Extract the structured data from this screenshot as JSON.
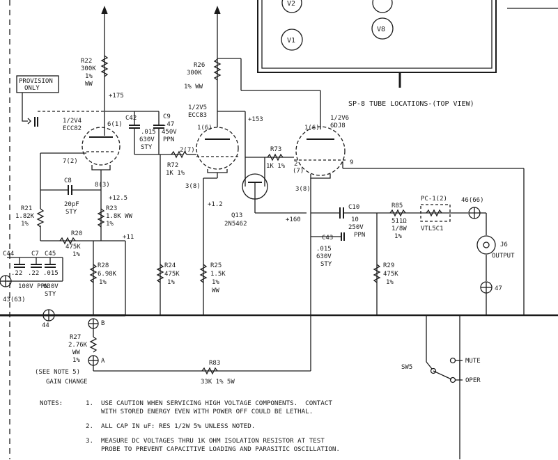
{
  "title": "SP-8 TUBE LOCATIONS-(TOP VIEW)",
  "tube_locations": [
    "V2",
    "V1",
    "V8"
  ],
  "provision_box": [
    "PROVISION",
    "ONLY"
  ],
  "tubes": [
    {
      "id": "v4",
      "label": [
        "1/2V4",
        "ECC82"
      ],
      "pins": [
        "6(1)",
        "7(2)",
        "8(3)"
      ]
    },
    {
      "id": "v5",
      "label": [
        "1/2V5",
        "ECC83"
      ],
      "pins": [
        "1(6)",
        "2(7)",
        "3(8)"
      ]
    },
    {
      "id": "v6",
      "label": [
        "1/2V6",
        "6DJ8"
      ],
      "pins": [
        "1(6)",
        "2",
        "(7)",
        "3(8)",
        "9"
      ]
    }
  ],
  "components": {
    "r22": [
      "R22",
      "300K",
      "1%",
      "WW"
    ],
    "r26": [
      "R26",
      "300K",
      "1% WW"
    ],
    "c42": "C42",
    "c42_values": [
      ".015",
      "630V",
      "STY"
    ],
    "c9": [
      "C9",
      ".47",
      "450V",
      "PPN"
    ],
    "r72": [
      "R72",
      "1K 1%"
    ],
    "r73": [
      "R73",
      "1K 1%"
    ],
    "c8": [
      "C8",
      "20pF",
      "STY"
    ],
    "r21": [
      "R21",
      "1.82K",
      "1%"
    ],
    "r23": [
      "R23",
      "1.8K WW",
      "1%"
    ],
    "r20": [
      "R20",
      "475K",
      "1%"
    ],
    "c44": "C44",
    "c7": "C7",
    "c45": "C45",
    "c44_vals": [
      ".22",
      "100V PPN"
    ],
    "c7_vals": ".22",
    "c45_vals": [
      ".015",
      "630V",
      "STY"
    ],
    "r28": [
      "R28",
      "6.98K",
      "1%"
    ],
    "r24": [
      "R24",
      "475K",
      "1%"
    ],
    "r25": [
      "R25",
      "1.5K",
      "1%",
      "WW"
    ],
    "q13": [
      "Q13",
      "2N5462"
    ],
    "c10": [
      "C10",
      "10",
      "250V",
      "PPN"
    ],
    "c43": [
      "C43",
      ".015",
      "630V",
      "STY"
    ],
    "r85": [
      "R85",
      "511Ω",
      "1/8W",
      "1%"
    ],
    "pc": [
      "PC-1(2)",
      "VTL5C1"
    ],
    "r29": [
      "R29",
      "475K",
      "1%"
    ],
    "r27": [
      "R27",
      "2.76K",
      "WW",
      "1%"
    ],
    "r83": [
      "R83",
      "33K 1% 5W"
    ],
    "j6": [
      "J6",
      "OUTPUT"
    ],
    "sw5": "SW5"
  },
  "voltages": [
    "+175",
    "+153",
    "+12.5",
    "+11",
    "+1.2",
    "+160"
  ],
  "test_points": [
    "43(63)",
    "44",
    "B",
    "A",
    "46(66)",
    "47"
  ],
  "switch_positions": [
    "MUTE",
    "OPER"
  ],
  "gain_note": [
    "(SEE NOTE 5)",
    "GAIN CHANGE"
  ],
  "notes": {
    "heading": "NOTES:",
    "items": [
      {
        "num": "1.",
        "text": "USE CAUTION WHEN SERVICING HIGH VOLTAGE COMPONENTS.  CONTACT\nWITH STORED ENERGY EVEN WITH POWER OFF COULD BE LETHAL."
      },
      {
        "num": "2.",
        "text": "ALL CAP IN uF: RES 1/2W 5% UNLESS NOTED."
      },
      {
        "num": "3.",
        "text": "MEASURE DC VOLTAGES THRU 1K OHM ISOLATION RESISTOR AT TEST\nPROBE TO PREVENT CAPACITIVE LOADING AND PARASITIC OSCILLATION."
      }
    ]
  }
}
